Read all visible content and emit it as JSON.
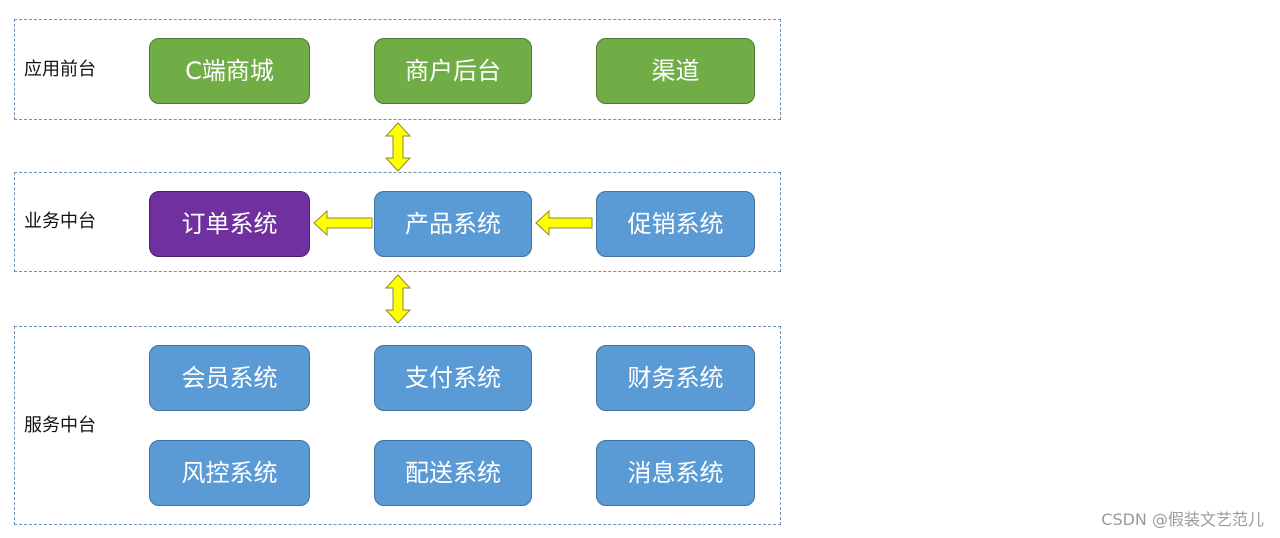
{
  "layers": {
    "frontend": {
      "label": "应用前台",
      "boxes": [
        "C端商城",
        "商户后台",
        "渠道"
      ]
    },
    "business": {
      "label": "业务中台",
      "boxes": [
        "订单系统",
        "产品系统",
        "促销系统"
      ]
    },
    "service": {
      "label": "服务中台",
      "boxes": [
        "会员系统",
        "支付系统",
        "财务系统",
        "风控系统",
        "配送系统",
        "消息系统"
      ]
    }
  },
  "colors": {
    "frontend_box": "#70ad47",
    "service_box": "#5b9bd5",
    "order_box": "#7030a0",
    "arrow_fill": "#ffff00",
    "layer_border": "#6f8fb3"
  },
  "watermark": "CSDN @假装文艺范儿"
}
